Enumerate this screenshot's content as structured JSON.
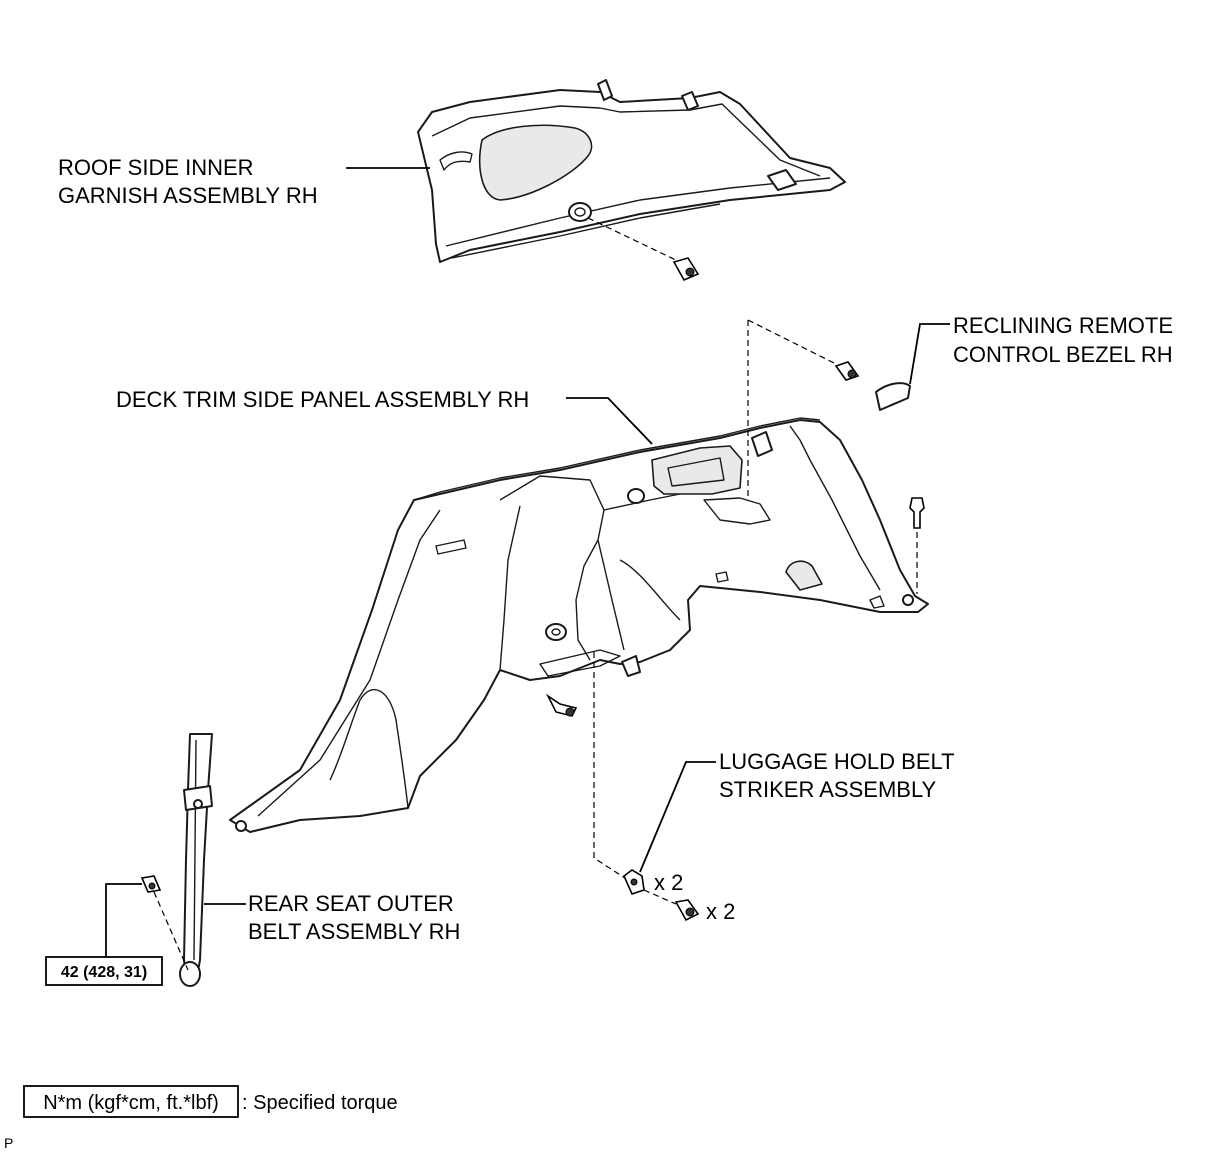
{
  "labels": {
    "roof_side": [
      "ROOF SIDE INNER",
      "GARNISH ASSEMBLY RH"
    ],
    "reclining": [
      "RECLINING REMOTE",
      "CONTROL BEZEL RH"
    ],
    "deck_trim": [
      "DECK TRIM SIDE PANEL ASSEMBLY RH"
    ],
    "luggage": [
      "LUGGAGE HOLD BELT",
      "STRIKER ASSEMBLY"
    ],
    "rear_seat": [
      "REAR SEAT OUTER",
      "BELT ASSEMBLY RH"
    ]
  },
  "quantities": {
    "striker": "x 2",
    "bolt": "x 2"
  },
  "torque": {
    "value": "42 (428, 31)"
  },
  "legend": {
    "unit": "N*m (kgf*cm, ft.*lbf)",
    "text": ": Specified torque"
  },
  "corner_mark": "P"
}
